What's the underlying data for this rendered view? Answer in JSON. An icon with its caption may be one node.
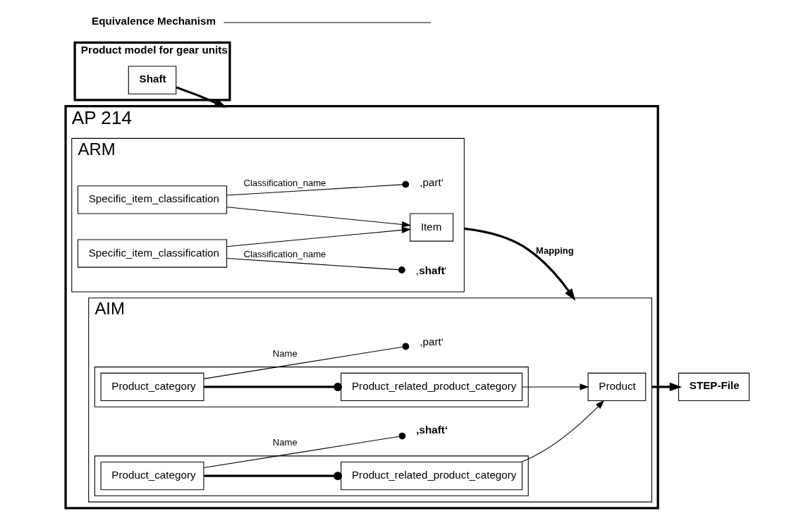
{
  "diagram": {
    "nodes": [
      {
        "text": [
          "Product model for gear units"
        ]
      },
      {
        "text": [
          "Shaft"
        ],
        "in": 0
      },
      {
        "text": [
          "AP 214"
        ]
      },
      {
        "text": [
          "ARM"
        ],
        "in": 2
      },
      {
        "text": [
          "Item"
        ],
        "in": 3
      },
      {
        "text": [
          "Specific_item_classification"
        ],
        "in": 3
      },
      {
        "text": [
          "Specific_item_classification"
        ],
        "in": 3
      },
      {
        "text": [
          ",part‘"
        ],
        "in": 3
      },
      {
        "text": [
          ",**shaft**‘"
        ],
        "in": 3
      },
      {
        "text": [
          "AIM"
        ],
        "in": 2
      },
      {
        "text": [
          "Product"
        ],
        "in": 9
      },
      {
        "text": [],
        "shape": "box",
        "in": 9
      },
      {
        "text": [
          "Product_related_product_category"
        ],
        "in": 11
      },
      {
        "text": [
          "Product_category"
        ],
        "in": 11
      },
      {
        "text": [
          ",part‘"
        ],
        "in": 9
      },
      {
        "text": [],
        "shape": "box",
        "in": 9
      },
      {
        "text": [
          "Product_related_product_category"
        ],
        "in": 15
      },
      {
        "text": [
          "Product_category"
        ],
        "in": 15
      },
      {
        "text": [
          ",shaft‘"
        ],
        "in": 9
      },
      {
        "text": [
          "Equivalence Mechanism"
        ]
      },
      {
        "text": [
          "STEP-File"
        ]
      }
    ],
    "edges": [
      {
        "from": 1,
        "to": 2,
        "arrow": "to",
        "style": "thick"
      },
      {
        "from": 19,
        "to": null,
        "arrow": "none"
      },
      {
        "from": 5,
        "to": 4,
        "arrow": "to"
      },
      {
        "from": 6,
        "to": 4,
        "arrow": "to"
      },
      {
        "from": 5,
        "to": 7,
        "arrow": "other",
        "label": "Classification_name"
      },
      {
        "from": 6,
        "to": 8,
        "arrow": "other",
        "label": "Classification_name"
      },
      {
        "from": 3,
        "to": 9,
        "arrow": "to",
        "style": "thick",
        "label": "Mapping"
      },
      {
        "from": 12,
        "to": 10,
        "arrow": "to"
      },
      {
        "from": 16,
        "to": 10,
        "arrow": "to"
      },
      {
        "from": 13,
        "to": 12,
        "arrow": "other",
        "style": "thick"
      },
      {
        "from": 13,
        "to": 14,
        "arrow": "other",
        "label": "Name"
      },
      {
        "from": 17,
        "to": 16,
        "arrow": "other",
        "style": "thick"
      },
      {
        "from": 17,
        "to": 18,
        "arrow": "other",
        "label": "Name"
      },
      {
        "from": 9,
        "to": 20,
        "arrow": "to",
        "style": "thick"
      }
    ]
  }
}
